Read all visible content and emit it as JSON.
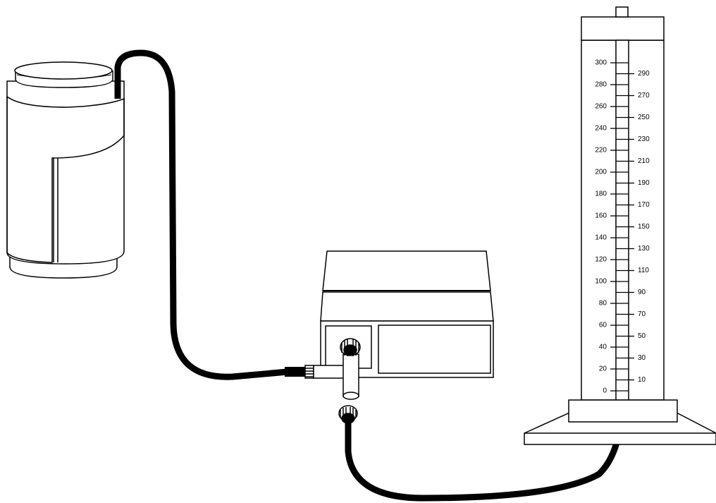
{
  "manometer": {
    "left_scale": [
      "0",
      "20",
      "40",
      "60",
      "80",
      "100",
      "120",
      "140",
      "160",
      "180",
      "200",
      "220",
      "240",
      "260",
      "280",
      "300"
    ],
    "right_scale": [
      "10",
      "30",
      "50",
      "70",
      "90",
      "110",
      "130",
      "150",
      "170",
      "190",
      "210",
      "230",
      "250",
      "270",
      "290"
    ]
  },
  "colors": {
    "line": "#000000",
    "background": "#ffffff"
  }
}
